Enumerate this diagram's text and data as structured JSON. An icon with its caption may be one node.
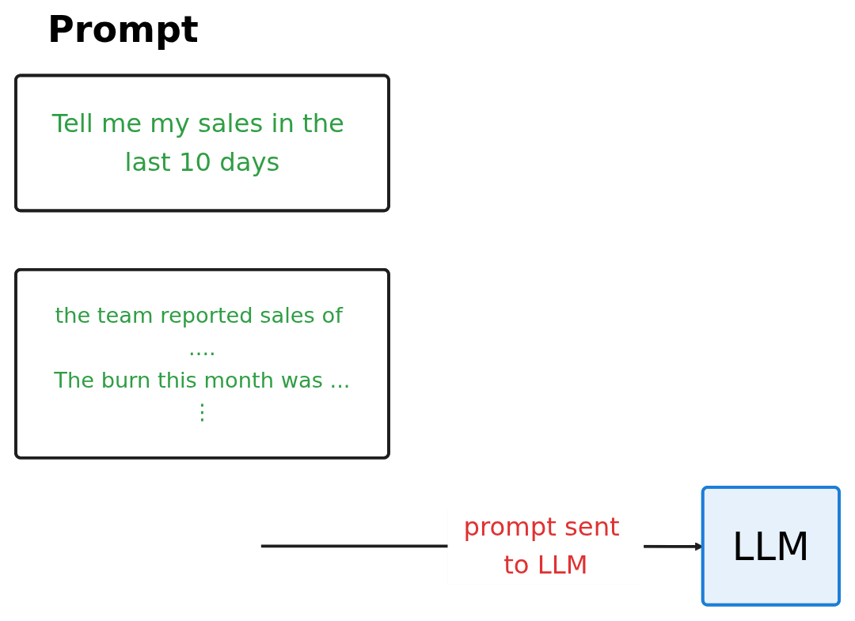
{
  "diagram": {
    "nodes": [
      {
        "text": [
          "Tell me my sales in the last 10 days"
        ]
      },
      {
        "text": [
          "the team reported sales of ....",
          "The burn this month was ...",
          "⋮"
        ]
      },
      {
        "text": [
          "LLM"
        ]
      }
    ],
    "edges": [
      {
        "from": null,
        "to": 2,
        "arrow": "to",
        "label": "prompt sent to LLM"
      }
    ],
    "labels": [
      "Prompt"
    ]
  }
}
